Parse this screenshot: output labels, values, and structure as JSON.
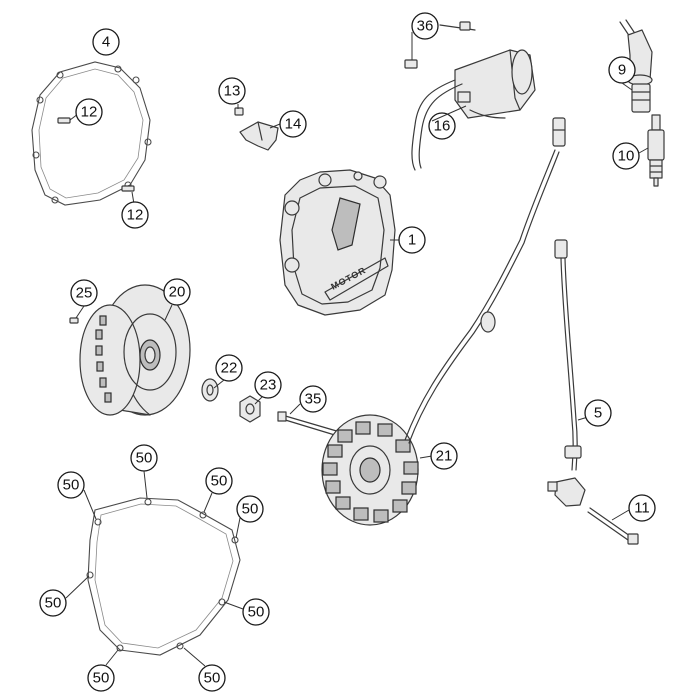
{
  "diagram": {
    "colors": {
      "line": "#3a3a3a",
      "background": "#ffffff",
      "shade": "#e9e9e9"
    },
    "cover_logo_text": "MOTOR",
    "callouts": {
      "c1": "1",
      "c4": "4",
      "c5": "5",
      "c9": "9",
      "c10": "10",
      "c11": "11",
      "c12a": "12",
      "c12b": "12",
      "c13": "13",
      "c14": "14",
      "c16": "16",
      "c20": "20",
      "c21": "21",
      "c22": "22",
      "c23": "23",
      "c25": "25",
      "c35": "35",
      "c36": "36",
      "c50a": "50",
      "c50b": "50",
      "c50c": "50",
      "c50d": "50",
      "c50e": "50",
      "c50f": "50",
      "c50g": "50",
      "c50h": "50"
    }
  }
}
